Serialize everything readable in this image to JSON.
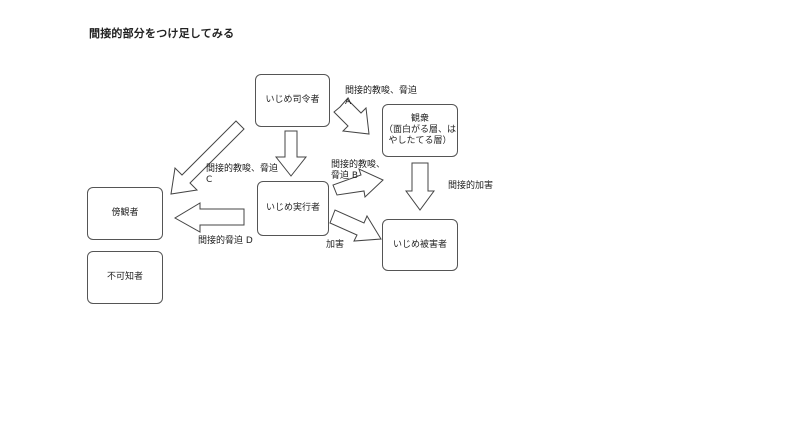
{
  "page": {
    "title": "間接的部分をつけ足してみる"
  },
  "nodes": {
    "ringleader": "いじめ司令者",
    "audience": "観衆\n（面白がる層、は\nやしたてる層）",
    "bystander": "傍観者",
    "perpetrator": "いじめ実行者",
    "victim": "いじめ被害者",
    "unaware": "不可知者"
  },
  "edges": {
    "a": "間接的教唆、脅迫\nA",
    "c": "間接的教唆、脅迫\nC",
    "b": "間接的教唆、\n脅迫 B",
    "indirect_harm": "間接的加害",
    "d": "間接的脅迫 D",
    "harm": "加害"
  }
}
